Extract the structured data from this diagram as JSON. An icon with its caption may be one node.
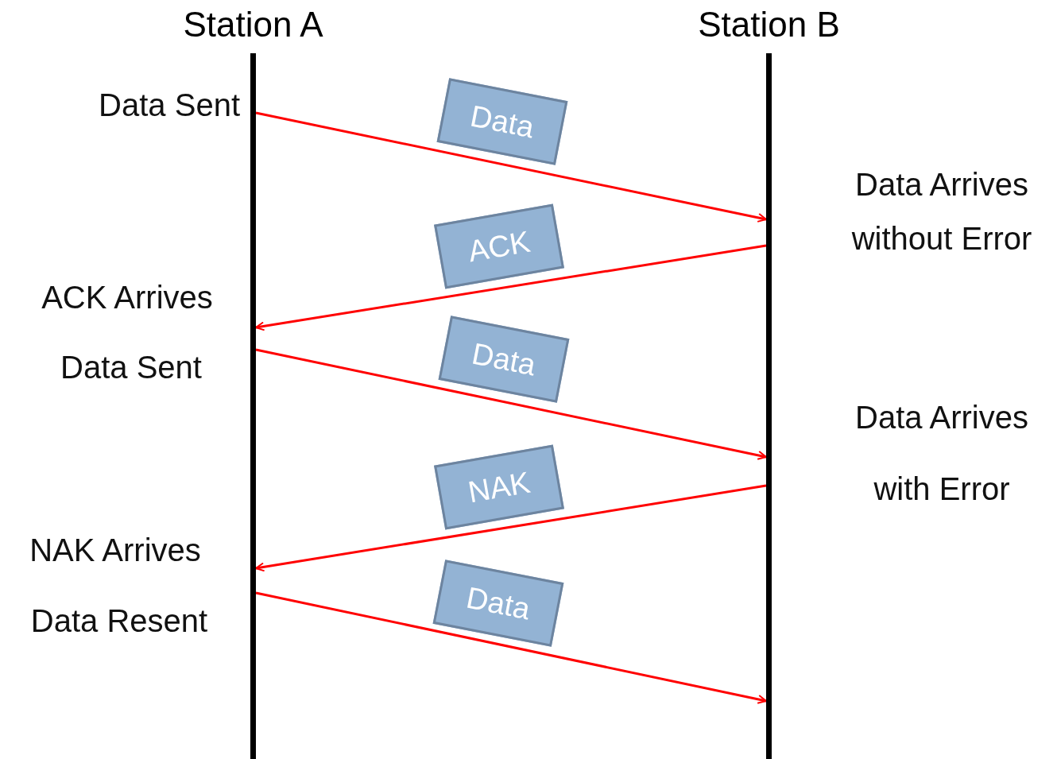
{
  "diagram": {
    "nodes": [
      {
        "text": [
          "Station A"
        ]
      },
      {
        "text": [
          "Station B"
        ]
      }
    ],
    "edges": [
      {
        "from": 0,
        "to": 1,
        "arrow": "to",
        "label": "Data"
      },
      {
        "from": 1,
        "to": 0,
        "arrow": "to",
        "label": "ACK"
      },
      {
        "from": 0,
        "to": 1,
        "arrow": "to",
        "label": "Data"
      },
      {
        "from": 1,
        "to": 0,
        "arrow": "to",
        "label": "NAK"
      },
      {
        "from": 0,
        "to": 1,
        "arrow": "to",
        "label": "Data"
      }
    ],
    "labels": [
      "Data Sent",
      "Data Arrives without Error",
      "ACK Arrives",
      "Data Sent",
      "Data Arrives with Error",
      "NAK Arrives",
      "Data Resent"
    ]
  }
}
